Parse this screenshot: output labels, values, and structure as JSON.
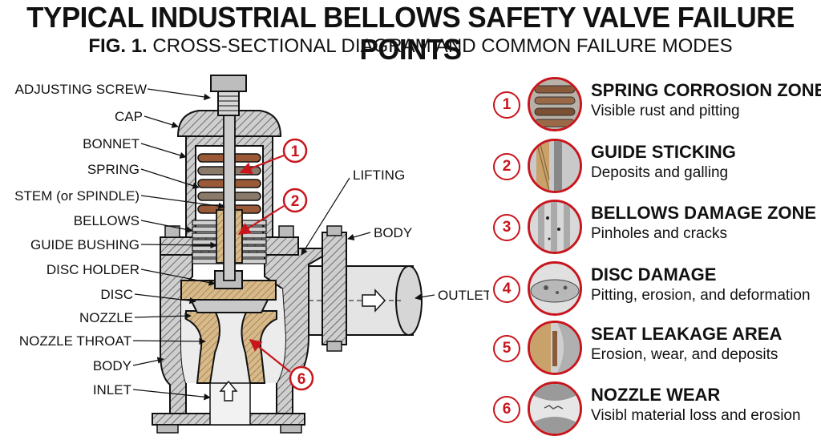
{
  "header": {
    "title": "TYPICAL INDUSTRIAL BELLOWS SAFETY VALVE FAILURE POINTS",
    "fig_label": "FIG. 1.",
    "subtitle": "CROSS-SECTIONAL DIAGRAM AND COMMON FAILURE MODES"
  },
  "labels_left": [
    "ADJUSTING SCREW",
    "CAP",
    "BONNET",
    "SPRING",
    "STEM (or SPINDLE)",
    "BELLOWS",
    "GUIDE BUSHING",
    "DISC HOLDER",
    "DISC",
    "NOZZLE",
    "NOZZLE THROAT",
    "BODY",
    "INLET"
  ],
  "labels_right": {
    "lifting": "LIFTING",
    "body": "BODY",
    "outlet": "OUTLET"
  },
  "markers": [
    "1",
    "2",
    "6"
  ],
  "failure_points": [
    {
      "number": "1",
      "title": "SPRING CORROSION ZONE",
      "desc": "Visible rust and pitting",
      "icon": "spring-corrosion-icon"
    },
    {
      "number": "2",
      "title": "GUIDE STICKING",
      "desc": "Deposits and galling",
      "icon": "guide-sticking-icon"
    },
    {
      "number": "3",
      "title": "BELLOWS DAMAGE ZONE",
      "desc": "Pinholes and cracks",
      "icon": "bellows-damage-icon"
    },
    {
      "number": "4",
      "title": "DISC DAMAGE",
      "desc": "Pitting, erosion, and deformation",
      "icon": "disc-damage-icon"
    },
    {
      "number": "5",
      "title": "SEAT LEAKAGE AREA",
      "desc": "Erosion, wear, and deposits",
      "icon": "seat-leakage-icon"
    },
    {
      "number": "6",
      "title": "NOZZLE WEAR",
      "desc": "Visibl material loss and erosion",
      "icon": "nozzle-wear-icon"
    }
  ],
  "colors": {
    "accent": "#c8161d",
    "metal": "#d9d9d9",
    "hatch": "#555555",
    "brass": "#d7b98a",
    "rust": "#9a5a38"
  }
}
